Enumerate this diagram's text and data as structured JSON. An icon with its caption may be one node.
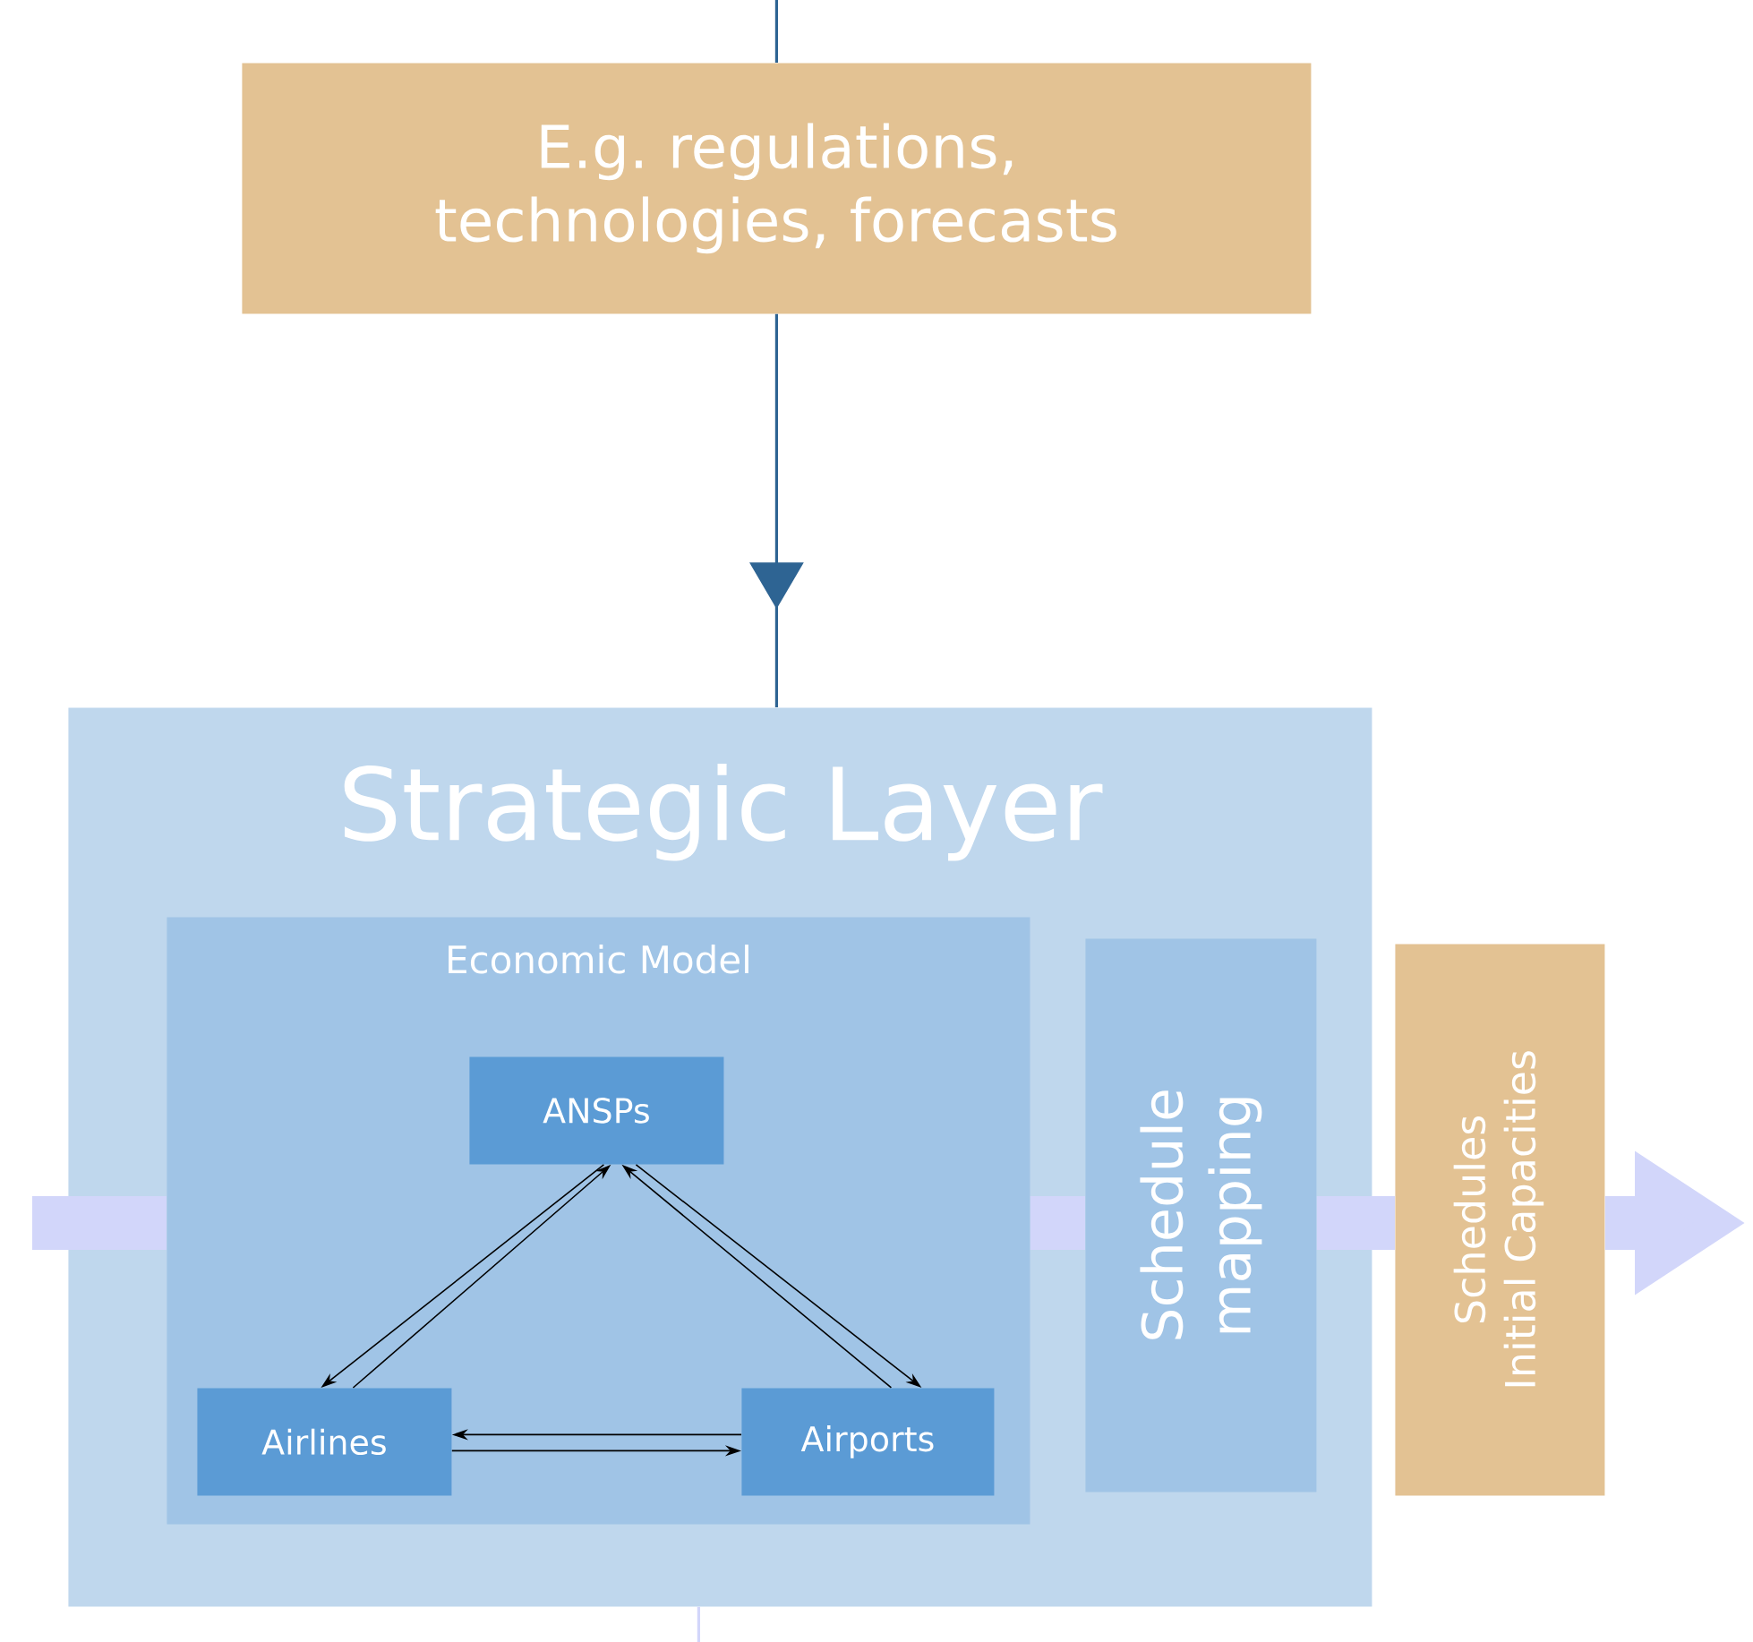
{
  "diagram": {
    "nodes": [
      {
        "text": [
          "E.g. regulations, technologies, forecasts"
        ]
      },
      {
        "text": [
          "Strategic Layer"
        ]
      },
      {
        "text": [
          "Economic Model"
        ],
        "in": 1
      },
      {
        "text": [
          "ANSPs"
        ],
        "in": 2
      },
      {
        "text": [
          "Airlines"
        ],
        "in": 2
      },
      {
        "text": [
          "Airports"
        ],
        "in": 2
      },
      {
        "text": [
          "Schedule mapping"
        ],
        "in": 1
      },
      {
        "text": [
          "Schedules",
          "Initial Capacities"
        ]
      }
    ],
    "edges": [
      {
        "from": null,
        "to": 0,
        "arrow": "none",
        "color": "#2e6493"
      },
      {
        "from": 0,
        "to": 1,
        "arrow": "to",
        "color": "#2e6493"
      },
      {
        "from": 1,
        "to": null,
        "arrow": "none",
        "color": "#d2d6fa"
      },
      {
        "from": null,
        "to": 2,
        "arrow": "none",
        "style": "thick",
        "color": "#d2d6fa"
      },
      {
        "from": 2,
        "to": 6,
        "arrow": "none",
        "style": "thick",
        "color": "#d2d6fa"
      },
      {
        "from": 6,
        "to": 7,
        "arrow": "none",
        "style": "thick",
        "color": "#d2d6fa"
      },
      {
        "from": 7,
        "to": null,
        "arrow": "to",
        "style": "thick",
        "color": "#d2d6fa"
      },
      {
        "from": 3,
        "to": 4,
        "arrow": "to"
      },
      {
        "from": 4,
        "to": 3,
        "arrow": "to"
      },
      {
        "from": 3,
        "to": 5,
        "arrow": "to"
      },
      {
        "from": 5,
        "to": 3,
        "arrow": "to"
      },
      {
        "from": 4,
        "to": 5,
        "arrow": "to"
      },
      {
        "from": 5,
        "to": 4,
        "arrow": "to"
      }
    ]
  }
}
